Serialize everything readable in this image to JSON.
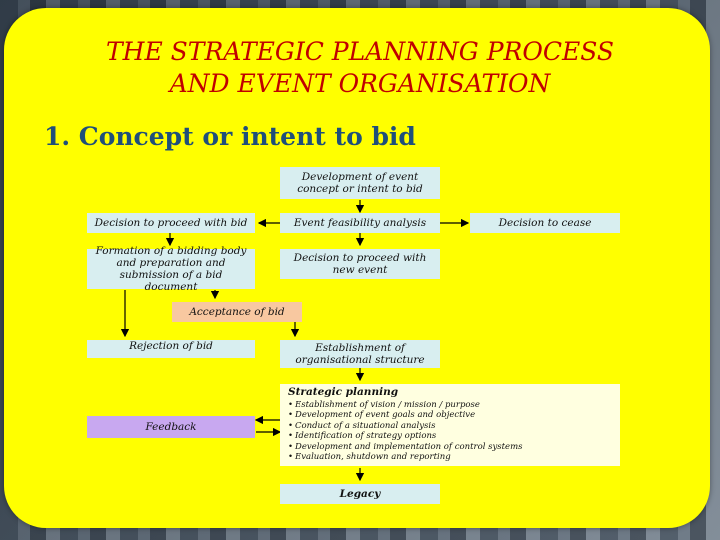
{
  "title": {
    "line1": "THE STRATEGIC PLANNING PROCESS",
    "line2": "AND EVENT ORGANISATION"
  },
  "subtitle": "1. Concept or intent to bid",
  "nodes": {
    "development": "Development of event concept or intent to bid",
    "proceed_bid": "Decision to proceed with bid",
    "feasibility": "Event feasibility analysis",
    "cease": "Decision to cease",
    "formation": "Formation of a bidding body and preparation and submission of a bid document",
    "new_event": "Decision to proceed with new event",
    "acceptance": "Acceptance of bid",
    "rejection": "Rejection of bid",
    "structure": "Establishment of organisational structure",
    "feedback": "Feedback",
    "legacy": "Legacy"
  },
  "strategic": {
    "heading": "Strategic planning",
    "items": [
      "Establishment of vision / mission / purpose",
      "Development of event goals and objective",
      "Conduct of a situational analysis",
      "Identification of strategy options",
      "Development and implementation of control systems",
      "Evaluation, shutdown and reporting"
    ]
  },
  "colors": {
    "panel": "#ffff00",
    "title": "#c00000",
    "subtitle": "#1f4f7a",
    "node": "#d8eef0",
    "acceptance": "#f8c8a0",
    "feedback": "#c8a8f0"
  }
}
